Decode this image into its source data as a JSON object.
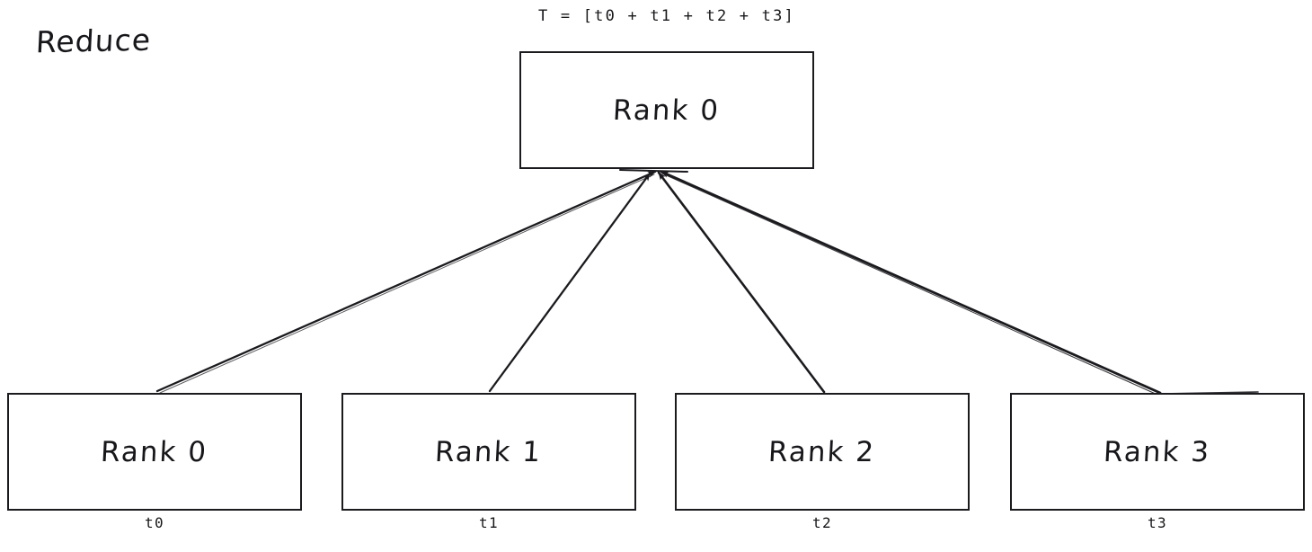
{
  "diagram": {
    "title": "Reduce",
    "result_formula": "T = [t0 + t1 + t2 + t3]",
    "destination": {
      "label": "Rank 0",
      "role": "reduce-destination"
    },
    "sources": [
      {
        "label": "Rank 0",
        "tensor": "t0"
      },
      {
        "label": "Rank 1",
        "tensor": "t1"
      },
      {
        "label": "Rank 2",
        "tensor": "t2"
      },
      {
        "label": "Rank 3",
        "tensor": "t3"
      }
    ],
    "colors": {
      "background": "#ffffff",
      "stroke": "#1b1b1f",
      "text": "#17171b"
    }
  }
}
